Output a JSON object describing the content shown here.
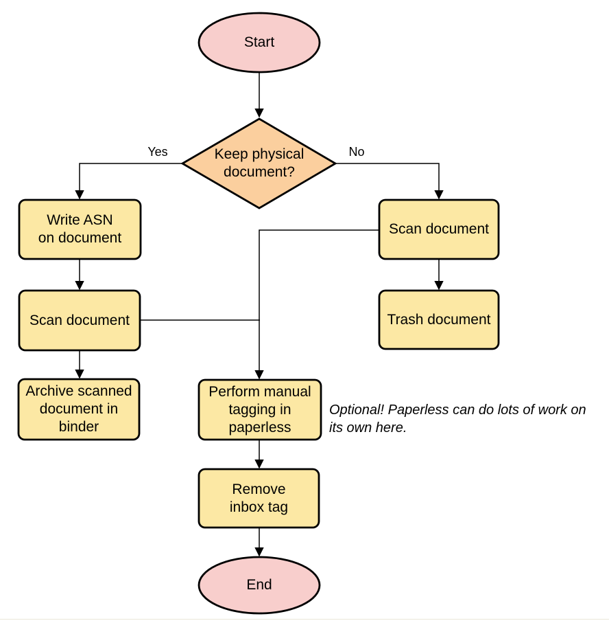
{
  "colors": {
    "terminal_fill": "#f8cecc",
    "decision_fill": "#fbcf9e",
    "process_fill": "#fce8a4",
    "stroke": "#000000"
  },
  "nodes": {
    "start": {
      "label": "Start"
    },
    "decision": {
      "label": "Keep physical\ndocument?"
    },
    "write_asn": {
      "label": "Write ASN\non document"
    },
    "scan_left": {
      "label": "Scan document"
    },
    "archive": {
      "label": "Archive scanned\ndocument in\nbinder"
    },
    "scan_right": {
      "label": "Scan document"
    },
    "trash": {
      "label": "Trash document"
    },
    "tagging": {
      "label": "Perform manual\ntagging in\npaperless"
    },
    "remove_inbox": {
      "label": "Remove\ninbox tag"
    },
    "end": {
      "label": "End"
    }
  },
  "edge_labels": {
    "yes": "Yes",
    "no": "No"
  },
  "note": {
    "text": "Optional! Paperless can do lots of work on\nits own here."
  }
}
